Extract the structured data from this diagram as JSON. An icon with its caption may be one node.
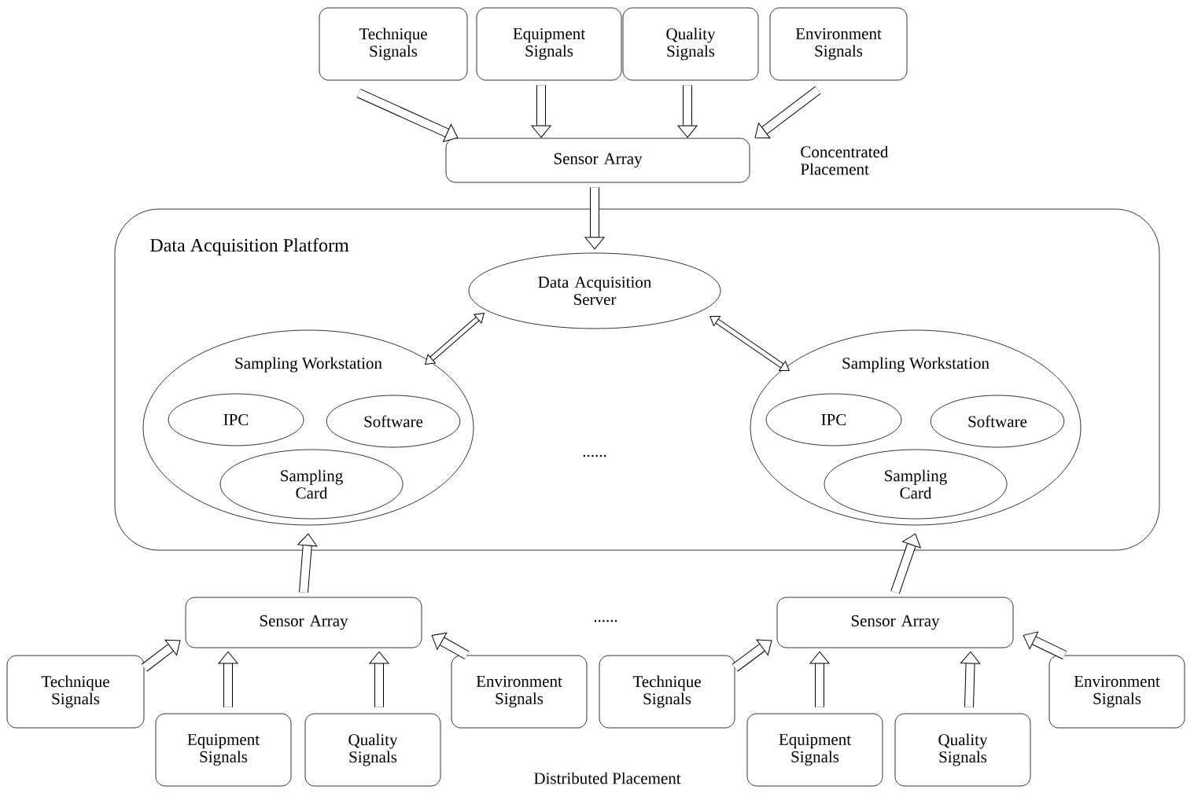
{
  "diagram": {
    "nodes": [
      {
        "text": [
          "Technique Signals"
        ]
      },
      {
        "text": [
          "Equipment Signals"
        ]
      },
      {
        "text": [
          "Quality Signals"
        ]
      },
      {
        "text": [
          "Environment Signals"
        ]
      },
      {
        "text": [
          "Sensor Array"
        ],
        "beside": [
          "Concentrated Placement"
        ]
      },
      {
        "text": [
          "Data Acquisition Platform"
        ]
      },
      {
        "text": [
          "Data Acquisition Server"
        ],
        "in": 5
      },
      {
        "text": [
          "Sampling Workstation"
        ],
        "in": 5
      },
      {
        "text": [
          "IPC"
        ],
        "in": 7
      },
      {
        "text": [
          "Software"
        ],
        "in": 7
      },
      {
        "text": [
          "Sampling Card"
        ],
        "in": 7
      },
      {
        "text": [
          "Sampling Workstation"
        ],
        "in": 5
      },
      {
        "text": [
          "IPC"
        ],
        "in": 11
      },
      {
        "text": [
          "Software"
        ],
        "in": 11
      },
      {
        "text": [
          "Sampling Card"
        ],
        "in": 11
      },
      {
        "text": [
          "Sensor Array"
        ]
      },
      {
        "text": [
          "Technique Signals"
        ]
      },
      {
        "text": [
          "Equipment Signals"
        ]
      },
      {
        "text": [
          "Quality Signals"
        ]
      },
      {
        "text": [
          "Environment Signals"
        ]
      },
      {
        "text": [
          "Sensor Array"
        ]
      },
      {
        "text": [
          "Technique Signals"
        ]
      },
      {
        "text": [
          "Equipment Signals"
        ]
      },
      {
        "text": [
          "Quality Signals"
        ]
      },
      {
        "text": [
          "Environment Signals"
        ]
      }
    ],
    "edges": [
      {
        "from": 0,
        "to": 4,
        "arrow": "to"
      },
      {
        "from": 1,
        "to": 4,
        "arrow": "to"
      },
      {
        "from": 2,
        "to": 4,
        "arrow": "to"
      },
      {
        "from": 3,
        "to": 4,
        "arrow": "to"
      },
      {
        "from": 4,
        "to": 6,
        "arrow": "to"
      },
      {
        "from": 6,
        "to": 7,
        "arrow": "both"
      },
      {
        "from": 6,
        "to": 11,
        "arrow": "both"
      },
      {
        "from": 15,
        "to": 7,
        "arrow": "to"
      },
      {
        "from": 20,
        "to": 11,
        "arrow": "to"
      },
      {
        "from": 16,
        "to": 15,
        "arrow": "to"
      },
      {
        "from": 17,
        "to": 15,
        "arrow": "to"
      },
      {
        "from": 18,
        "to": 15,
        "arrow": "to"
      },
      {
        "from": 19,
        "to": 15,
        "arrow": "to"
      },
      {
        "from": 21,
        "to": 20,
        "arrow": "to"
      },
      {
        "from": 22,
        "to": 20,
        "arrow": "to"
      },
      {
        "from": 23,
        "to": 20,
        "arrow": "to"
      },
      {
        "from": 24,
        "to": 20,
        "arrow": "to"
      }
    ],
    "labels": [
      "......",
      "......",
      "Distributed Placement"
    ]
  }
}
